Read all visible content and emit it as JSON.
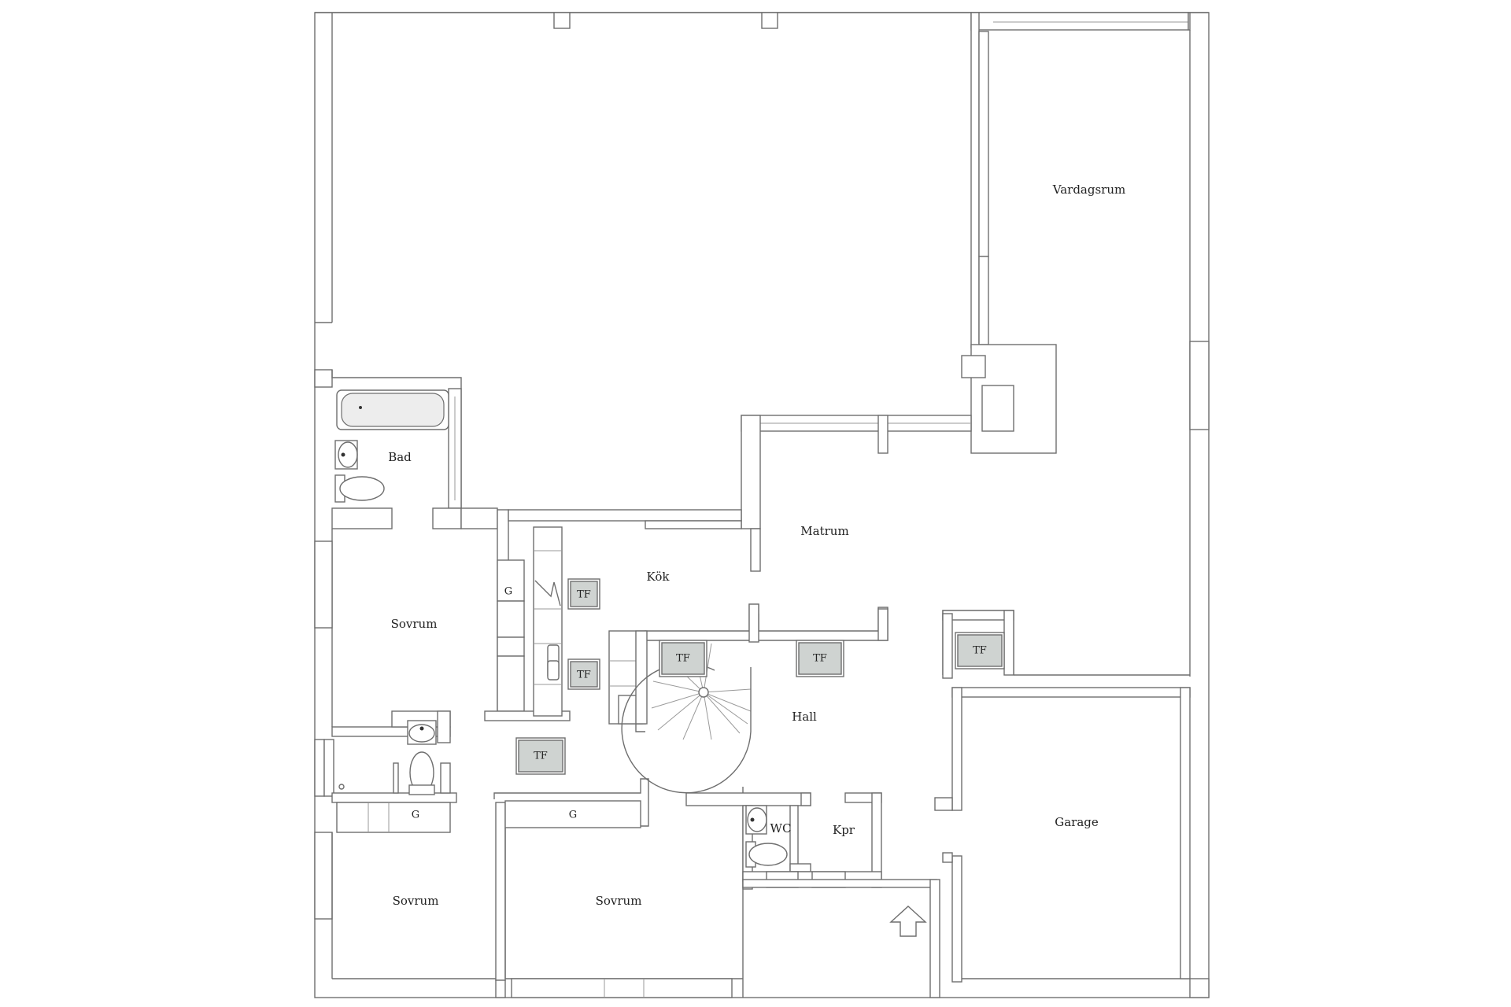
{
  "rooms": {
    "vardagsrum": "Vardagsrum",
    "bad": "Bad",
    "matrum": "Matrum",
    "kok": "Kök",
    "sovrum_1": "Sovrum",
    "sovrum_2": "Sovrum",
    "sovrum_3": "Sovrum",
    "hall": "Hall",
    "garage": "Garage",
    "wc": "WC",
    "kpr": "Kpr"
  },
  "fixtures": {
    "g_kitchen": "G",
    "g_closet_1": "G",
    "g_closet_2": "G",
    "tf_1": "TF",
    "tf_2": "TF",
    "tf_3": "TF",
    "tf_4": "TF",
    "tf_5": "TF",
    "tf_6": "TF"
  },
  "colors": {
    "wall": "#6e6e6e",
    "tf_fill": "#cfd3d1",
    "background": "#ffffff"
  },
  "icons": {
    "entrance": "entrance-arrow-icon",
    "stair": "spiral-staircase-icon"
  }
}
